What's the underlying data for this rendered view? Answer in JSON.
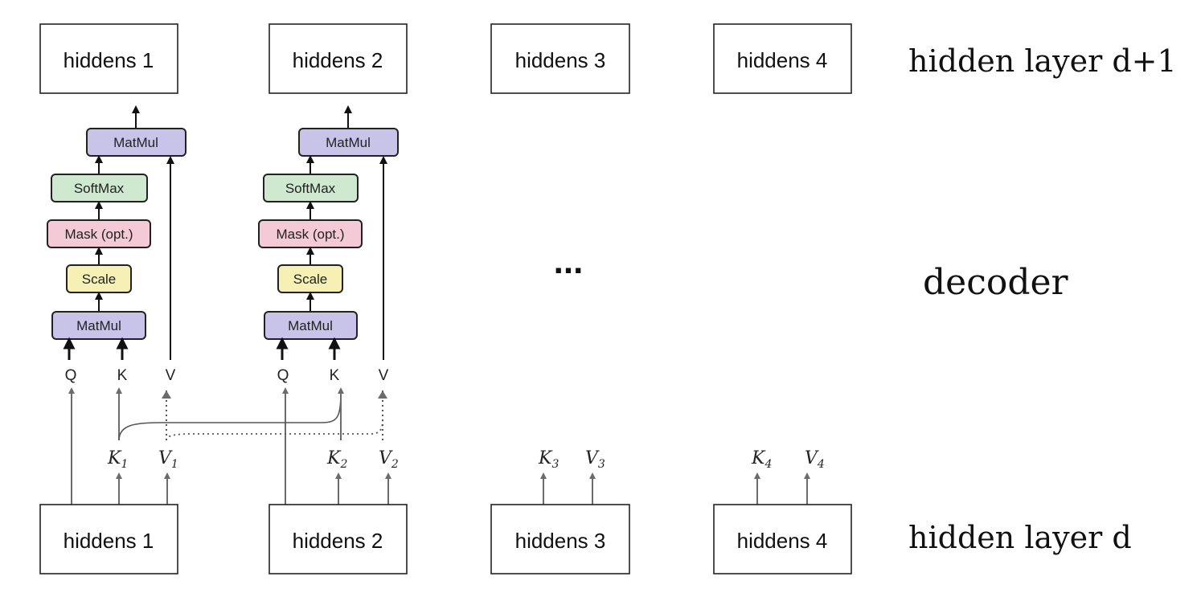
{
  "top_layer": {
    "label": "hidden layer d+1",
    "boxes": [
      "hiddens 1",
      "hiddens 2",
      "hiddens 3",
      "hiddens 4"
    ]
  },
  "bottom_layer": {
    "label": "hidden layer d",
    "boxes": [
      "hiddens 1",
      "hiddens 2",
      "hiddens 3",
      "hiddens 4"
    ]
  },
  "middle_label": "decoder",
  "ellipsis": "...",
  "attention_blocks": [
    {
      "matmul_top": "MatMul",
      "softmax": "SoftMax",
      "mask": "Mask (opt.)",
      "scale": "Scale",
      "matmul_bottom": "MatMul",
      "inputs": [
        "Q",
        "K",
        "V"
      ]
    },
    {
      "matmul_top": "MatMul",
      "softmax": "SoftMax",
      "mask": "Mask (opt.)",
      "scale": "Scale",
      "matmul_bottom": "MatMul",
      "inputs": [
        "Q",
        "K",
        "V"
      ]
    }
  ],
  "cache_labels": [
    {
      "k": "K",
      "k_sub": "1",
      "v": "V",
      "v_sub": "1"
    },
    {
      "k": "K",
      "k_sub": "2",
      "v": "V",
      "v_sub": "2"
    },
    {
      "k": "K",
      "k_sub": "3",
      "v": "V",
      "v_sub": "3"
    },
    {
      "k": "K",
      "k_sub": "4",
      "v": "V",
      "v_sub": "4"
    }
  ],
  "colors": {
    "matmul": "#c8c3e8",
    "softmax": "#cfe8d0",
    "mask": "#f3cad6",
    "scale": "#f6f0b4",
    "arrow_gray": "#6b6b6b",
    "line": "#222222"
  }
}
